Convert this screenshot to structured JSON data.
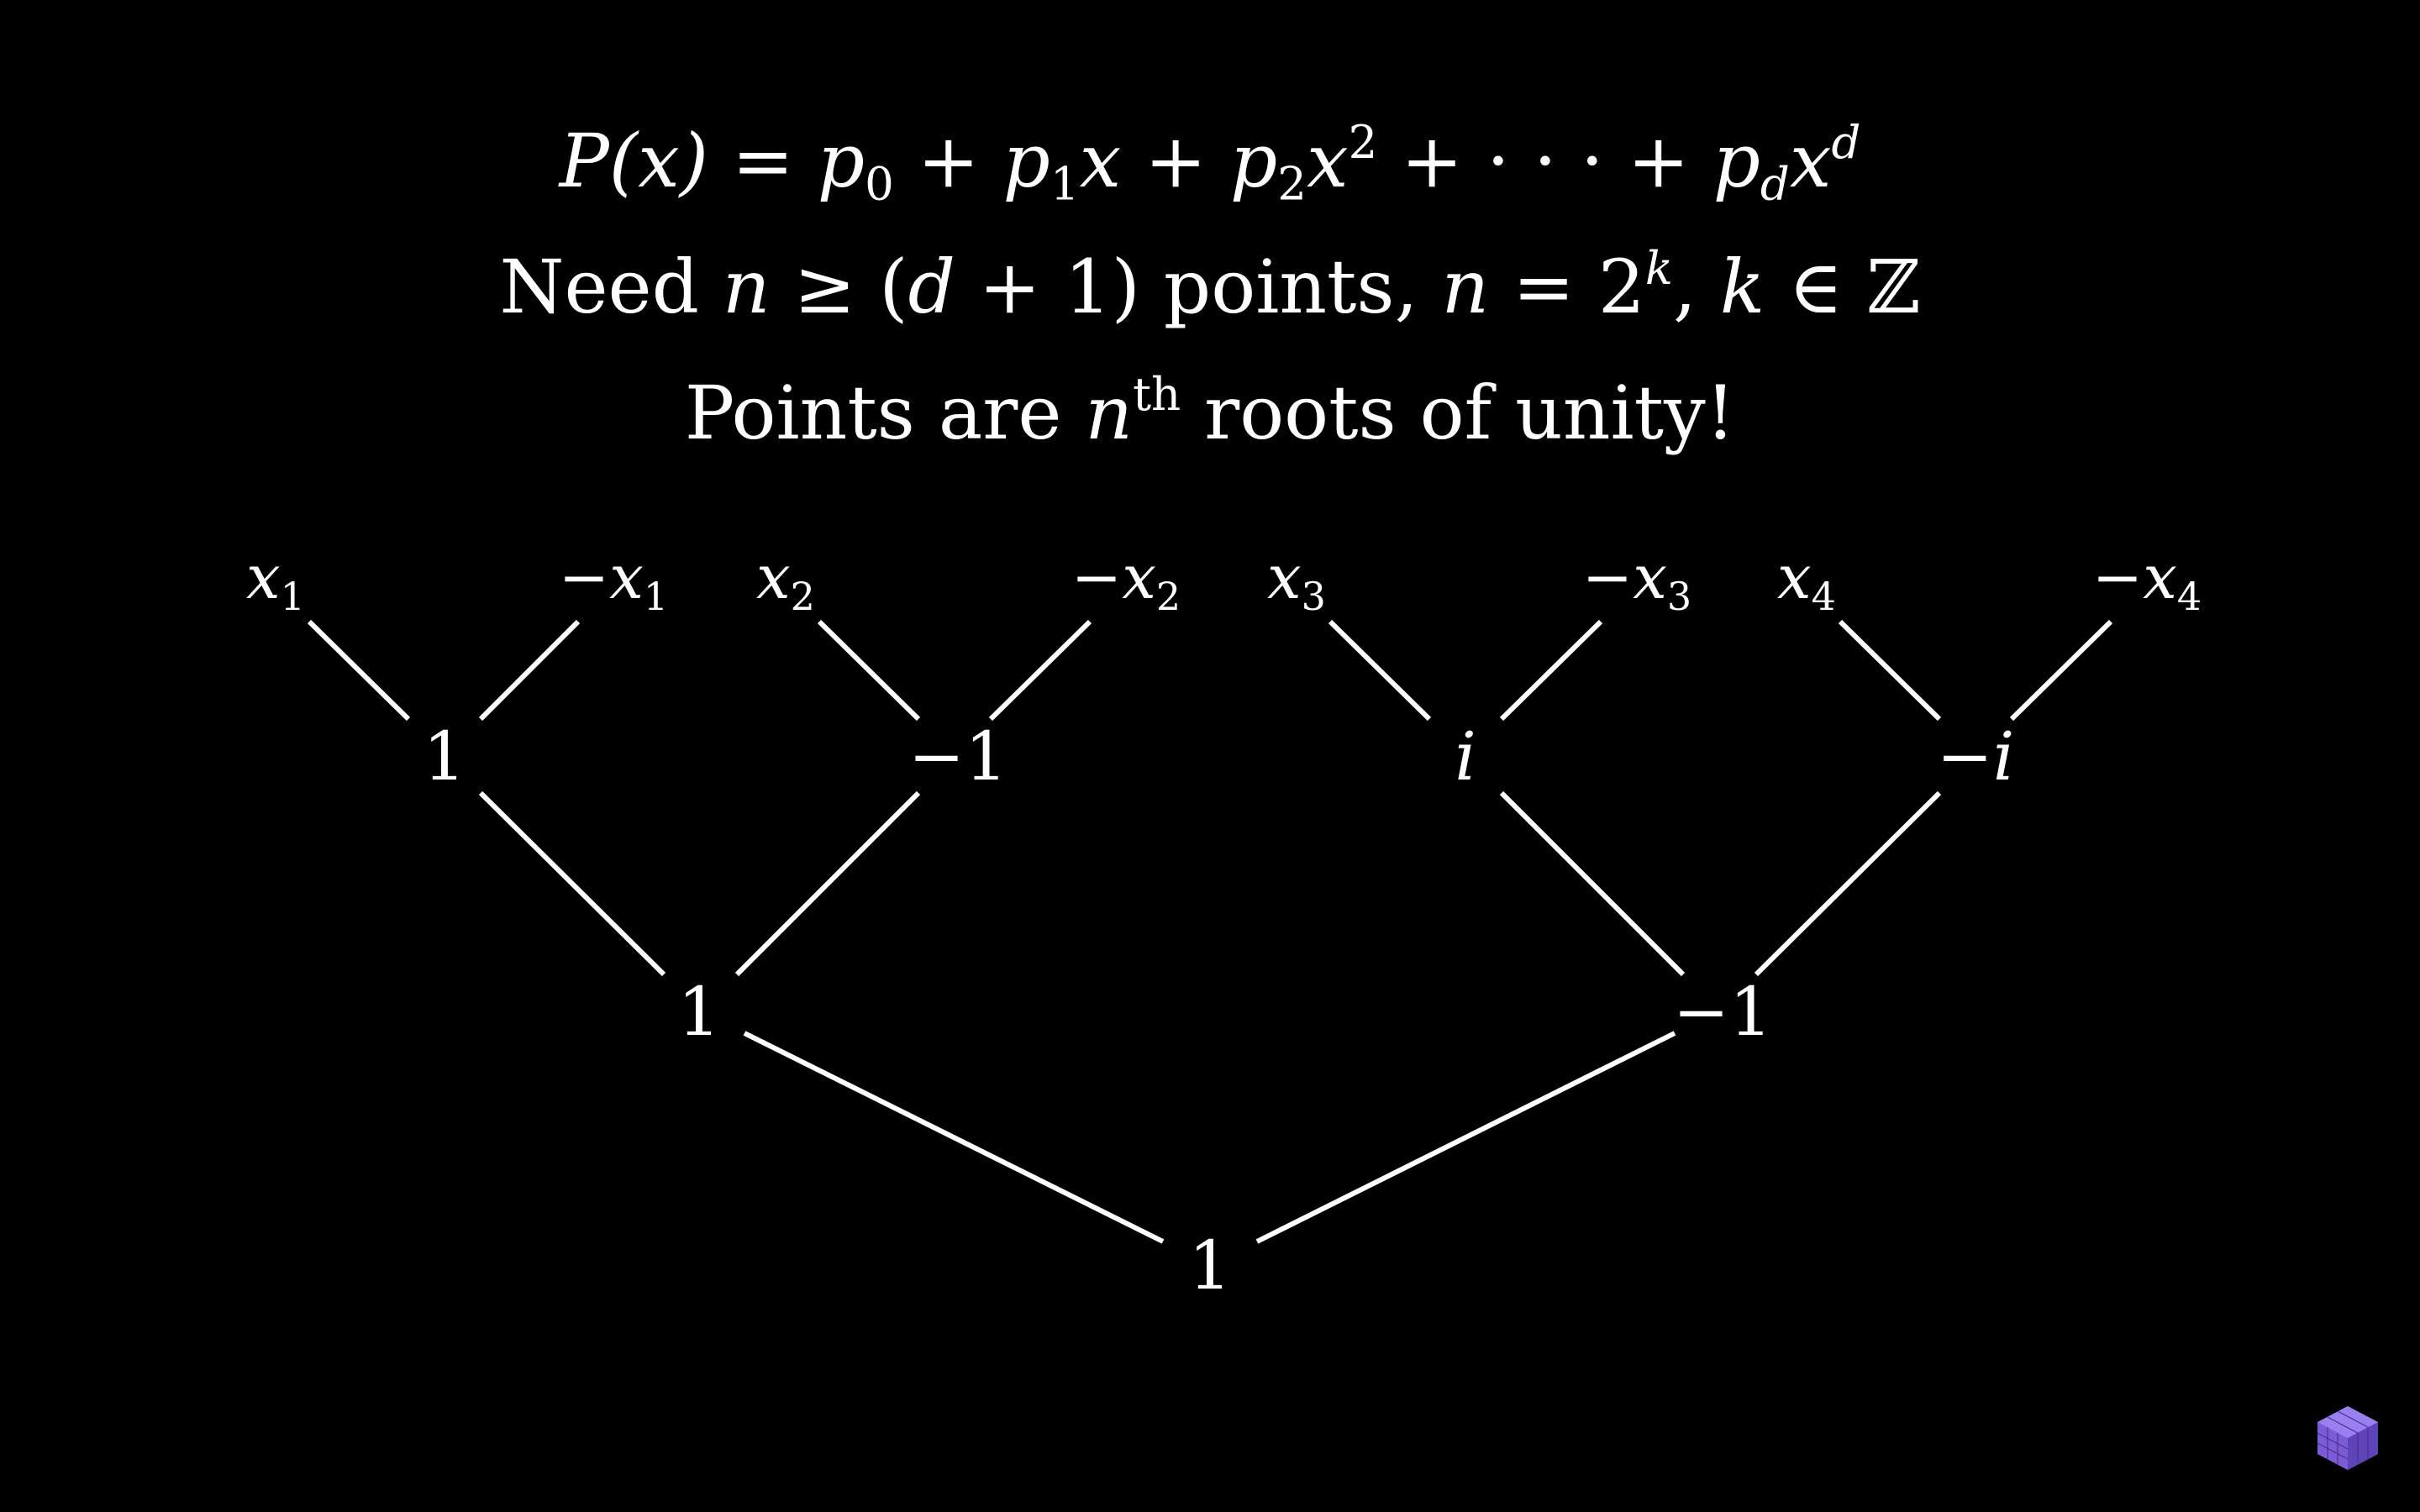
{
  "equations": {
    "polynomial": {
      "lhs": "P(x) = ",
      "terms": [
        "p",
        "0",
        " + ",
        "p",
        "1",
        "x + ",
        "p",
        "2",
        "x",
        "2",
        " + · · · + ",
        "p",
        "d",
        "x",
        "d"
      ]
    },
    "requirement": {
      "word_need": "Need ",
      "n1": "n",
      "cond": " ≥ (",
      "d": "d",
      "cond2": " + 1) points, ",
      "n2": "n",
      "eq": " = 2",
      "k_sup": "k",
      "comma": ", ",
      "k": "k",
      "in": " ∈ ℤ"
    },
    "roots": {
      "prefix": "Points are ",
      "n": "n",
      "sup": "th",
      "suffix": " roots of unity!"
    }
  },
  "tree": {
    "top_labels": [
      {
        "sign": "",
        "var": "x",
        "sub": "1"
      },
      {
        "sign": "−",
        "var": "x",
        "sub": "1"
      },
      {
        "sign": "",
        "var": "x",
        "sub": "2"
      },
      {
        "sign": "−",
        "var": "x",
        "sub": "2"
      },
      {
        "sign": "",
        "var": "x",
        "sub": "3"
      },
      {
        "sign": "−",
        "var": "x",
        "sub": "3"
      },
      {
        "sign": "",
        "var": "x",
        "sub": "4"
      },
      {
        "sign": "−",
        "var": "x",
        "sub": "4"
      }
    ],
    "level2": [
      {
        "text": "1",
        "italic": false
      },
      {
        "text": "−1",
        "italic": false
      },
      {
        "text": "i",
        "italic": true
      },
      {
        "text": "−i",
        "italic": true
      }
    ],
    "level1": [
      {
        "text": "1",
        "italic": false
      },
      {
        "text": "−1",
        "italic": false
      }
    ],
    "root": {
      "text": "1",
      "italic": false
    }
  },
  "colors": {
    "background": "#000000",
    "foreground": "#ffffff",
    "logo": "#7b5cd6"
  },
  "logo_icon": "cube-logo-icon"
}
